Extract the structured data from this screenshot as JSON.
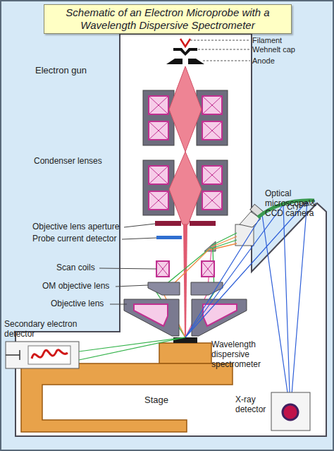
{
  "diagram": {
    "title": "Schematic of an Electron Microprobe with a Wavelength Dispersive Spectrometer",
    "labels": [
      "Filament",
      "Wehnelt cap",
      "Anode",
      "Electron gun",
      "Condenser lenses",
      "Optical microscope & CCD camera",
      "Objective lens aperture",
      "Probe current detector",
      "Scan coils",
      "OM objective lens",
      "Objective lens",
      "Secondary electron detector",
      "Wavelength dispersive spectrometer",
      "Crystal",
      "Stage",
      "X-ray detector"
    ]
  }
}
